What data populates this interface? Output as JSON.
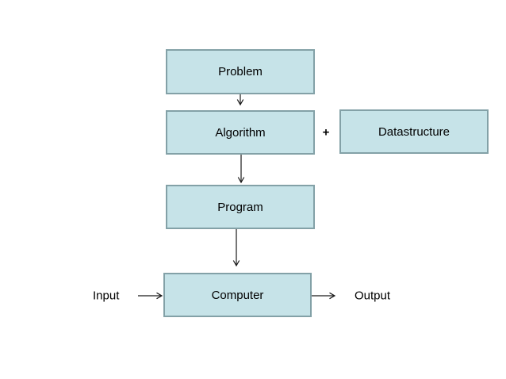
{
  "page": {
    "background": "#ffffff",
    "description": "Flowchart: Problem to Algorithm (+ Datastructure) to Program to Computer, with Input and Output"
  },
  "colors": {
    "box_fill": "#c6e3e8",
    "box_border": "#83a1a7",
    "arrow": "#1a1a1a",
    "text": "#000000"
  },
  "diagram": {
    "nodes": {
      "problem": {
        "label": "Problem"
      },
      "algorithm": {
        "label": "Algorithm"
      },
      "datastructure": {
        "label": "Datastructure"
      },
      "program": {
        "label": "Program"
      },
      "computer": {
        "label": "Computer"
      }
    },
    "operator": {
      "plus": "+"
    },
    "io_labels": {
      "input": "Input",
      "output": "Output"
    },
    "edges": [
      {
        "from": "problem",
        "to": "algorithm"
      },
      {
        "from": "algorithm",
        "to": "program"
      },
      {
        "from": "program",
        "to": "computer"
      },
      {
        "from": "input",
        "to": "computer"
      },
      {
        "from": "computer",
        "to": "output"
      }
    ]
  }
}
